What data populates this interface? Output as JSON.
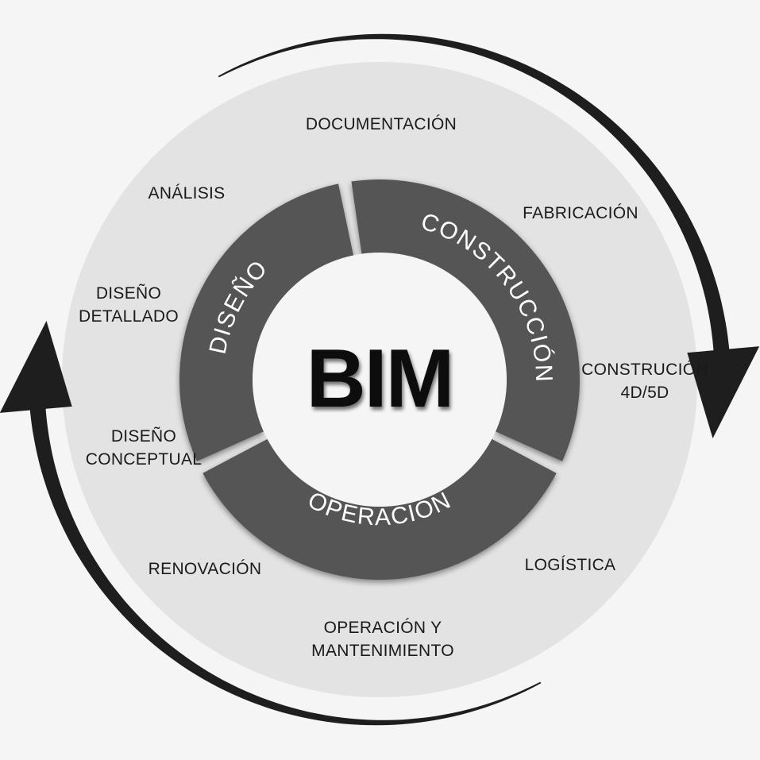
{
  "center": {
    "title": "BIM"
  },
  "ring": {
    "segments": [
      {
        "key": "diseno",
        "label": "DISEÑO"
      },
      {
        "key": "construccion",
        "label": "CONSTRUCCIÓN"
      },
      {
        "key": "operacion",
        "label": "OPERACIÓN"
      }
    ]
  },
  "outer": {
    "documentacion": [
      "DOCUMENTACIÓN"
    ],
    "analisis": [
      "ANÁLISIS"
    ],
    "fabricacion": [
      "FABRICACIÓN"
    ],
    "diseno_detallado": [
      "DISEÑO",
      "DETALLADO"
    ],
    "construccion_4d5d": [
      "CONSTRUCIÓN",
      "4D/5D"
    ],
    "diseno_conceptual": [
      "DISEÑO",
      "CONCEPTUAL"
    ],
    "renovacion": [
      "RENOVACIÓN"
    ],
    "logistica": [
      "LOGÍSTICA"
    ],
    "operacion_mantenimiento": [
      "OPERACIÓN Y",
      "MANTENIMIENTO"
    ]
  },
  "colors": {
    "background": "#f5f5f5",
    "outer_disc": "#e3e3e3",
    "ring_segment": "#555555",
    "center_disc": "#f5f5f5",
    "arrows": "#1e1e1e",
    "title": "#0a0a0a"
  },
  "icons": [
    "clockwise-arrow-right",
    "clockwise-arrow-left"
  ]
}
